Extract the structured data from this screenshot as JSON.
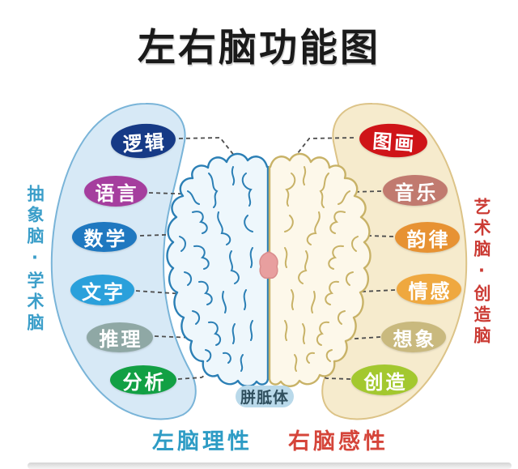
{
  "title": "左右脑功能图",
  "left": {
    "side_label": "抽象脑·学术脑",
    "side_label_color": "#3b9ec9",
    "caption": "左脑理性",
    "caption_color": "#2e9cc5",
    "bean_fill": "#d7e9f6",
    "bean_stroke": "#79b4d8",
    "brain_stroke": "#2b7fb5",
    "brain_fill": "#eef7fc",
    "items": [
      {
        "label": "逻辑",
        "color": "#163a86"
      },
      {
        "label": "语言",
        "color": "#a53e9e"
      },
      {
        "label": "数学",
        "color": "#1f78c0"
      },
      {
        "label": "文字",
        "color": "#2aa0db"
      },
      {
        "label": "推理",
        "color": "#8fa8a5"
      },
      {
        "label": "分析",
        "color": "#12a044"
      }
    ]
  },
  "right": {
    "side_label": "艺术脑·创造脑",
    "side_label_color": "#cb3b34",
    "caption": "右脑感性",
    "caption_color": "#d5453a",
    "bean_fill": "#f6ebcd",
    "bean_stroke": "#dcc387",
    "brain_stroke": "#c8b267",
    "brain_fill": "#fdf8ea",
    "items": [
      {
        "label": "图画",
        "color": "#cf1418"
      },
      {
        "label": "音乐",
        "color": "#c17a6f"
      },
      {
        "label": "韵律",
        "color": "#e79233"
      },
      {
        "label": "情感",
        "color": "#efa83f"
      },
      {
        "label": "想象",
        "color": "#c9b97e"
      },
      {
        "label": "创造",
        "color": "#a3c82f"
      }
    ]
  },
  "center": {
    "label": "胼胝体",
    "pill_fill": "#b9d9ea",
    "pill_text_color": "#2f4f5e",
    "connector_color": "#e89f9f",
    "connector_stroke": "#d98c8c",
    "dash_color": "#4d4d4d"
  }
}
